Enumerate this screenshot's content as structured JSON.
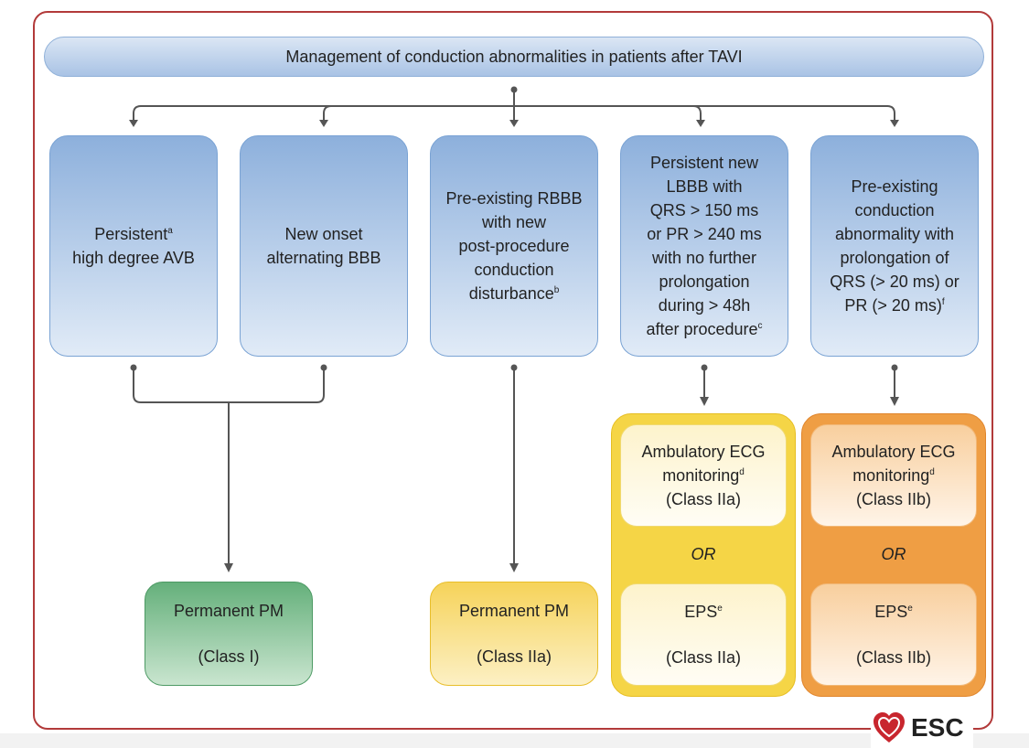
{
  "title": "Management of conduction abnormalities in patients after TAVI",
  "boxes": {
    "b1": {
      "text": "Persistent",
      "sup": "a",
      "text2": "high degree AVB"
    },
    "b2": {
      "text": "New onset\nalternating BBB"
    },
    "b3": {
      "text": "Pre-existing RBBB\nwith new\npost-procedure\nconduction\ndisturbance",
      "sup": "b"
    },
    "b4": {
      "text": "Persistent new\nLBBB with\nQRS > 150 ms\nor PR > 240 ms\nwith no further\nprolongation\nduring > 48h\nafter procedure",
      "sup": "c"
    },
    "b5": {
      "text": "Pre-existing\nconduction\nabnormality with\nprolongation of\nQRS (> 20 ms) or\nPR (> 20 ms)",
      "sup": "f"
    }
  },
  "outcomes": {
    "pm_class1": {
      "line1": "Permanent PM",
      "line2": "(Class I)"
    },
    "pm_class2a": {
      "line1": "Permanent PM",
      "line2": "(Class IIa)"
    },
    "col4": {
      "amb_line1": "Ambulatory ECG",
      "amb_line2": "monitoring",
      "amb_sup": "d",
      "amb_class": "(Class IIa)",
      "or": "OR",
      "eps": "EPS",
      "eps_sup": "e",
      "eps_class": "(Class IIa)"
    },
    "col5": {
      "amb_line1": "Ambulatory ECG",
      "amb_line2": "monitoring",
      "amb_sup": "d",
      "amb_class": "(Class IIb)",
      "or": "OR",
      "eps": "EPS",
      "eps_sup": "e",
      "eps_class": "(Class IIb)"
    }
  },
  "logo": {
    "text": "ESC"
  },
  "colors": {
    "frame": "#b23a3a",
    "blue": "#8db0dc",
    "green": "#65b07b",
    "yellow": "#f5d546",
    "orange": "#ef9e44",
    "connector": "#555555"
  }
}
